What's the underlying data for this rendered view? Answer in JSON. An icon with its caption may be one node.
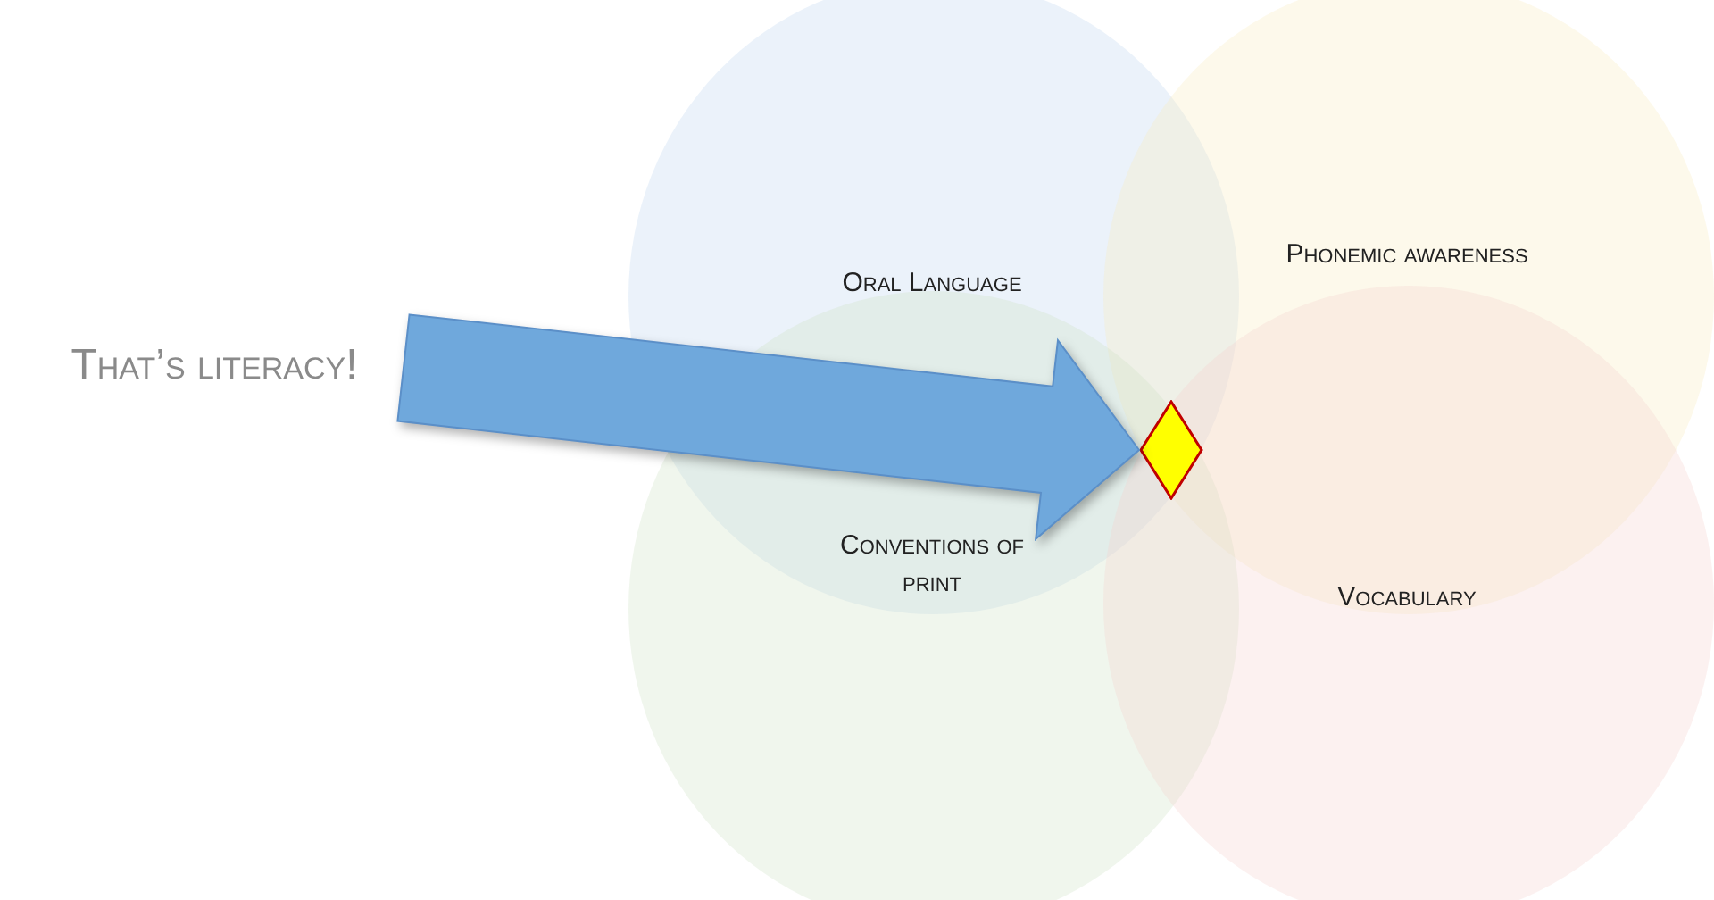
{
  "diagram": {
    "nodes": [
      {
        "text": [
          "Oral Language"
        ]
      },
      {
        "text": [
          "Phonemic awareness"
        ]
      },
      {
        "text": [
          "Conventions of print"
        ]
      },
      {
        "text": [
          "Vocabulary"
        ]
      },
      {
        "text": [
          "That’s literacy!"
        ]
      },
      {
        "text": [],
        "shape": "diamond"
      }
    ],
    "edges": [
      {
        "from": 4,
        "to": 5,
        "arrow": "to",
        "style": "thick",
        "color": "#6fa8dc"
      }
    ]
  }
}
